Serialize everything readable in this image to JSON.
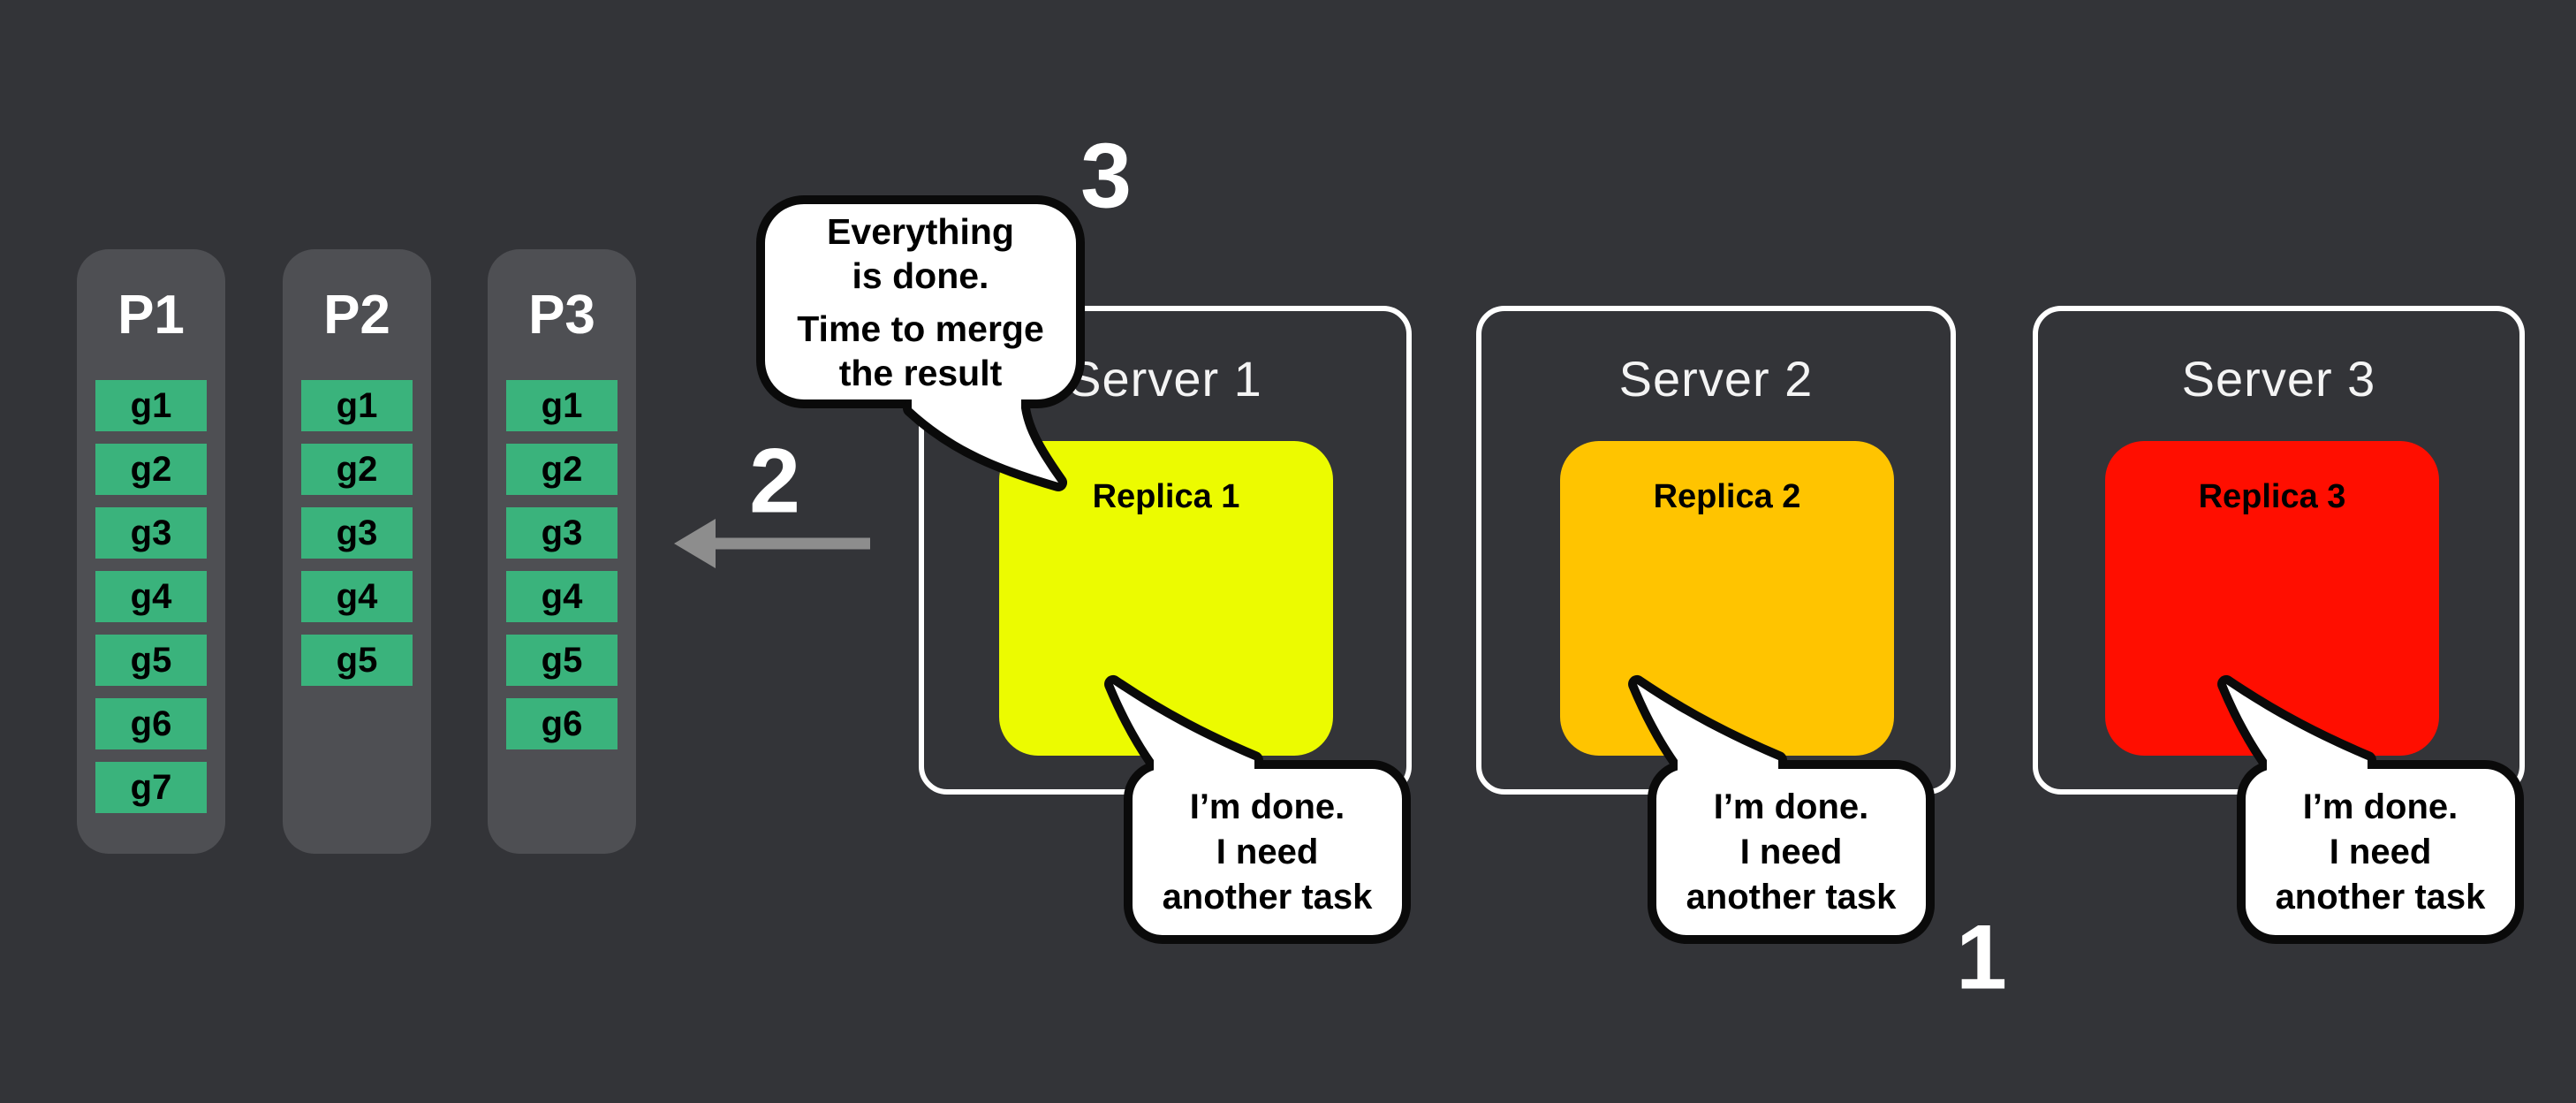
{
  "colors": {
    "background": "#333438",
    "partition_fill": "#4E4F53",
    "task_green": "#3AB37C",
    "replica_yellow": "#ECFB00",
    "replica_orange": "#FFC400",
    "replica_red": "#FF0E00",
    "arrow_gray": "#8D8D8D",
    "bubble_fill": "#FFFFFF",
    "bubble_border": "#0A0A0A"
  },
  "partitions": [
    {
      "label": "P1",
      "tasks": [
        "g1",
        "g2",
        "g3",
        "g4",
        "g5",
        "g6",
        "g7"
      ]
    },
    {
      "label": "P2",
      "tasks": [
        "g1",
        "g2",
        "g3",
        "g4",
        "g5"
      ]
    },
    {
      "label": "P3",
      "tasks": [
        "g1",
        "g2",
        "g3",
        "g4",
        "g5",
        "g6"
      ]
    }
  ],
  "servers": [
    {
      "label": "Server 1",
      "replica_label": "Replica 1"
    },
    {
      "label": "Server 2",
      "replica_label": "Replica 2"
    },
    {
      "label": "Server 3",
      "replica_label": "Replica 3"
    }
  ],
  "merge_bubble": {
    "line1": "Everything",
    "line2": "is done.",
    "line3": "Time to merge",
    "line4": "the result"
  },
  "done_bubble": {
    "line1": "I’m done.",
    "line2": "I need",
    "line3": "another task"
  },
  "steps": {
    "one": "1",
    "two": "2",
    "three": "3"
  }
}
